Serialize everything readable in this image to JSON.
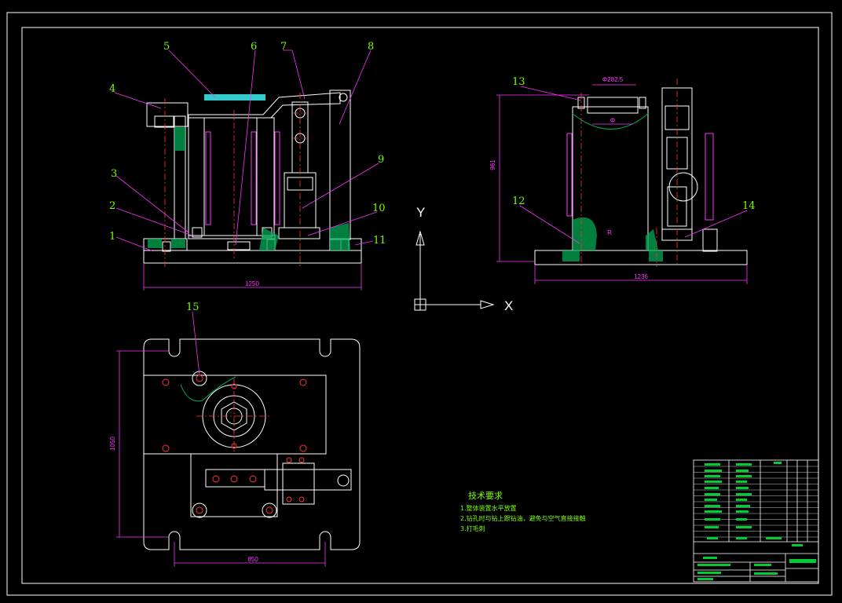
{
  "colors": {
    "background": "#000000",
    "outline": "#ffffff",
    "leader": "#ff33ff",
    "label": "#7CFC00",
    "center": "#ff3333",
    "hatch": "#00aa55",
    "hilite": "#33cccc"
  },
  "part_labels": [
    "1",
    "2",
    "3",
    "4",
    "5",
    "6",
    "7",
    "8",
    "9",
    "10",
    "11",
    "12",
    "13",
    "14",
    "15"
  ],
  "dimensions": {
    "front_width": "1250",
    "side_width": "1236",
    "side_height": "961",
    "side_diameter_top": "Φ282.5",
    "side_diameter_small": "Φ",
    "side_radius": "R",
    "top_height": "1050",
    "top_slot_spacing": "850"
  },
  "axes": {
    "x": "X",
    "y": "Y"
  },
  "notes": {
    "title": "技术要求",
    "items": [
      "1.整体装置水平放置",
      "2.钻孔时与钻上跟钻油，避免与空气直接接触",
      "3.打毛刺"
    ]
  }
}
